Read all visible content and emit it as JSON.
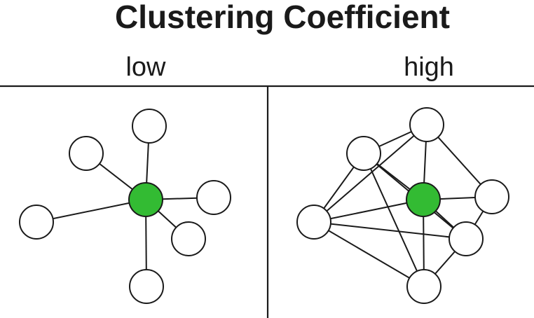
{
  "title": "Clustering Coefficient",
  "panels": [
    {
      "label": "low",
      "nodes": [
        {
          "id": "c",
          "color": "#33bb33"
        },
        {
          "id": "top",
          "color": "#ffffff"
        },
        {
          "id": "upper-left",
          "color": "#ffffff"
        },
        {
          "id": "right",
          "color": "#ffffff"
        },
        {
          "id": "left",
          "color": "#ffffff"
        },
        {
          "id": "lower-right",
          "color": "#ffffff"
        },
        {
          "id": "bottom",
          "color": "#ffffff"
        }
      ],
      "edges": [
        [
          "c",
          "top"
        ],
        [
          "c",
          "upper-left"
        ],
        [
          "c",
          "right"
        ],
        [
          "c",
          "left"
        ],
        [
          "c",
          "lower-right"
        ],
        [
          "c",
          "bottom"
        ]
      ]
    },
    {
      "label": "high",
      "nodes": [
        {
          "id": "c",
          "color": "#33bb33"
        },
        {
          "id": "top",
          "color": "#ffffff"
        },
        {
          "id": "upper-left",
          "color": "#ffffff"
        },
        {
          "id": "right",
          "color": "#ffffff"
        },
        {
          "id": "left",
          "color": "#ffffff"
        },
        {
          "id": "lower-right",
          "color": "#ffffff"
        },
        {
          "id": "bottom",
          "color": "#ffffff"
        }
      ],
      "edges": [
        [
          "c",
          "top"
        ],
        [
          "c",
          "upper-left"
        ],
        [
          "c",
          "right"
        ],
        [
          "c",
          "left"
        ],
        [
          "c",
          "lower-right"
        ],
        [
          "c",
          "bottom"
        ],
        [
          "upper-left",
          "top"
        ],
        [
          "top",
          "right"
        ],
        [
          "right",
          "lower-right"
        ],
        [
          "upper-left",
          "left"
        ],
        [
          "upper-left",
          "lower-right"
        ],
        [
          "upper-left",
          "bottom"
        ],
        [
          "top",
          "left"
        ],
        [
          "left",
          "lower-right"
        ],
        [
          "left",
          "bottom"
        ],
        [
          "lower-right",
          "bottom"
        ]
      ]
    }
  ],
  "colors": {
    "ink": "#1a1a1a",
    "center_node": "#33bb33",
    "node": "#ffffff"
  }
}
